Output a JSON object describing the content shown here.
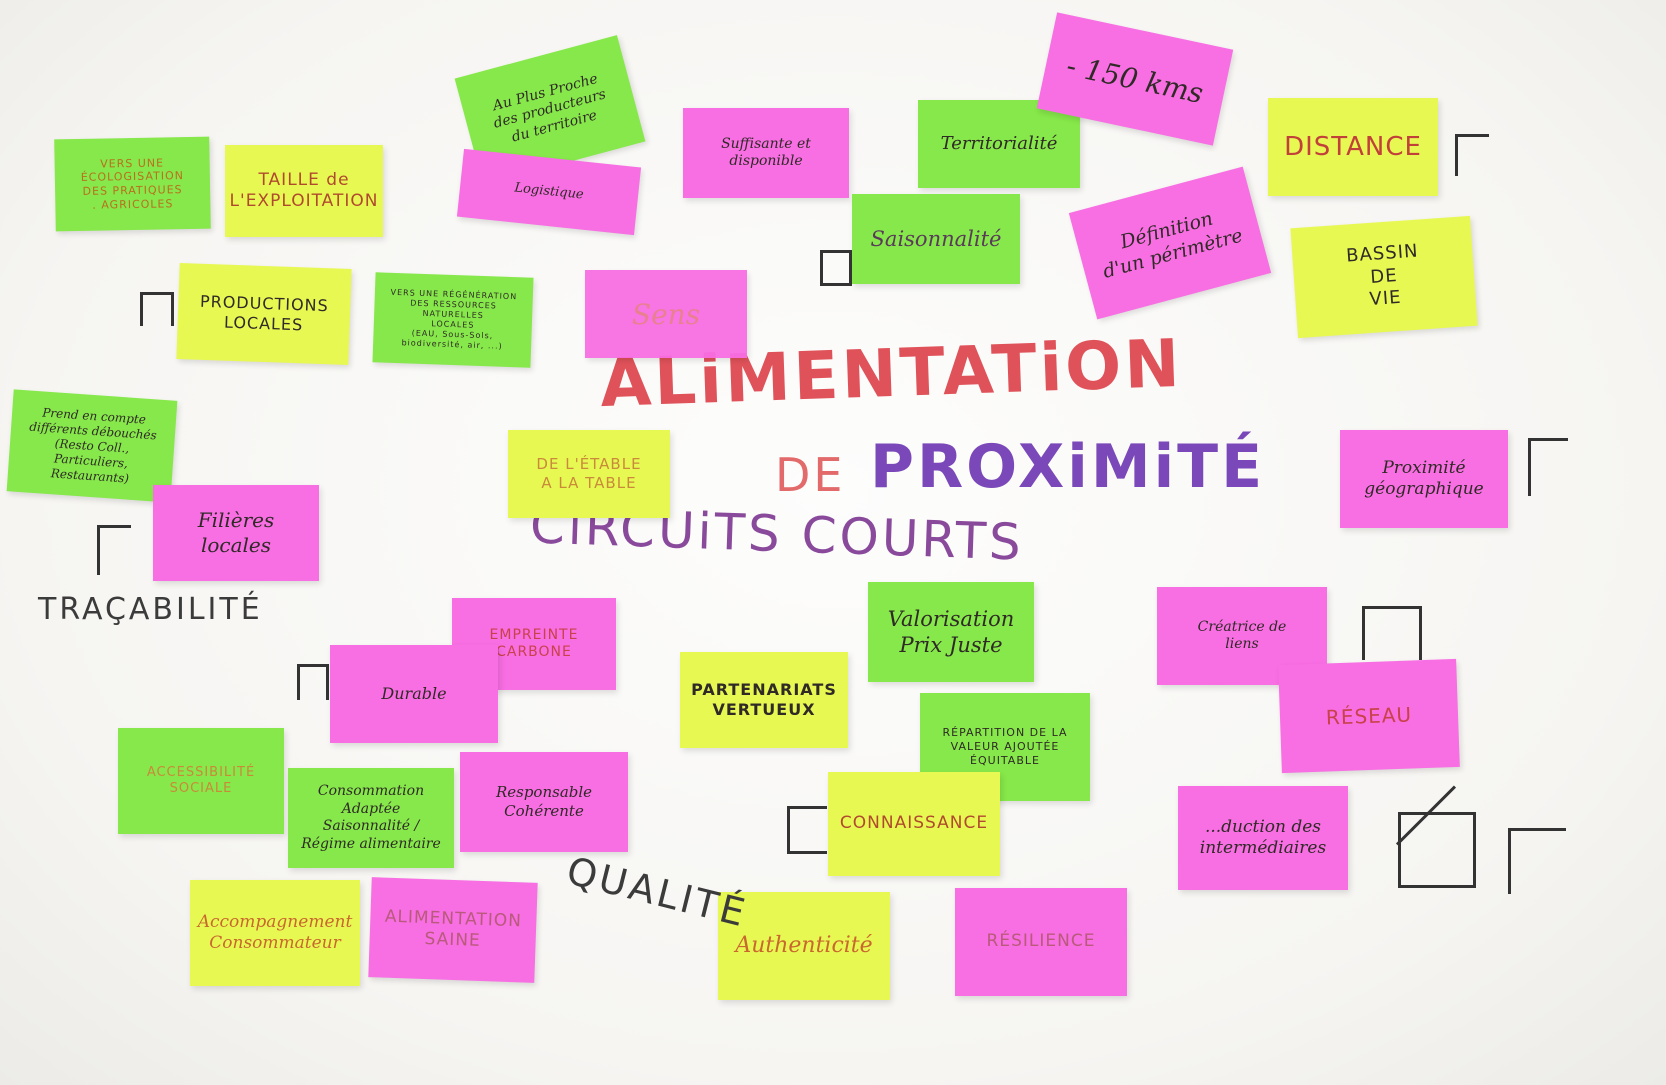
{
  "title": {
    "line1": "ALiMENTATiON",
    "line2a": "DE",
    "line2b": "PROXiMiTÉ",
    "line3": "CiRCUiTS COURTS"
  },
  "notes": {
    "ecologisation": "VERS UNE\nÉCOLOGISATION\nDES PRATIQUES\n. AGRICOLES",
    "taille": "TAILLE de\nL'EXPLOITATION",
    "plus_proche": "Au Plus Proche\ndes producteurs\ndu territoire",
    "logistique": "Logistique",
    "suffisante": "Suffisante et\ndisponible",
    "territorialite": "Territorialité",
    "km150": "- 150 kms",
    "distance": "DISTANCE",
    "saisonnalite": "Saisonnalité",
    "definition": "Définition\nd'un périmètre",
    "bassin": "BASSIN\nDE\nVIE",
    "productions": "PRODUCTIONS\nLOCALES",
    "regeneration": "VERS UNE RÉGÉNÉRATION\nDES RESSOURCES\nNATURELLES\nLOCALES\n(EAU, Sous-Sols, biodiversité, air, ...)",
    "sens": "Sens",
    "prend_compte": "Prend en compte\ndifférents débouchés\n(Resto Coll., Particuliers, Restaurants)",
    "etable": "DE L'ÉTABLE\nA LA TABLE",
    "proximite_geo": "Proximité\ngéographique",
    "filieres": "Filières\nlocales",
    "empreinte": "EMPREINTE\nCARBONE",
    "durable": "Durable",
    "valorisation": "Valorisation\nPrix Juste",
    "creatrice": "Créatrice de\nliens",
    "partenariats": "PARTENARIATS\nVERTUEUX",
    "reseau": "RÉSEAU",
    "accessibilite": "ACCESSIBILITÉ\nSOCIALE",
    "consommation": "Consommation\nAdaptée\nSaisonnalité / Régime alimentaire",
    "responsable": "Responsable\nCohérente",
    "repartition": "RÉPARTITION DE LA\nVALEUR AJOUTÉE\nÉQUITABLE",
    "connaissance": "CONNAISSANCE",
    "reduction": "...duction des\nintermédiaires",
    "accompagnement": "Accompagnement\nConsommateur",
    "alim_saine": "ALIMENTATION\nSAINE",
    "authenticite": "Authenticité",
    "resilience": "RÉSILIENCE"
  },
  "handwritten": {
    "tracabilite": "TRAÇABILITÉ",
    "qualite": "QUALITÉ"
  },
  "colors": {
    "green": "#86e84a",
    "pink": "#f86ee3",
    "yellow": "#e8f852",
    "title_red": "#e0525a",
    "title_purple": "#7a48b8"
  }
}
